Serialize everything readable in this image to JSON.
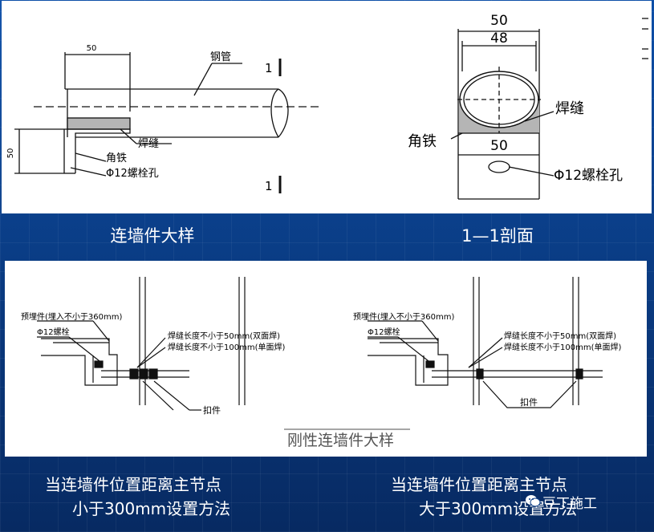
{
  "colors": {
    "background": "#0b3c86",
    "panel": "#ffffff",
    "line": "#111111",
    "caption_text": "#ffffff"
  },
  "top_left_drawing": {
    "dim_top": "50",
    "dim_side": "50",
    "pipe_label": "钢管",
    "weld_label": "焊缝",
    "angle_label": "角铁",
    "bolt_hole_label": "Φ12螺栓孔",
    "section_mark_top": "1",
    "section_mark_bottom": "1"
  },
  "top_right_drawing": {
    "dim_outer": "50",
    "dim_inner": "48",
    "weld_label": "焊缝",
    "angle_label": "角铁",
    "dim_lower": "50",
    "bolt_hole_label": "Φ12螺栓孔"
  },
  "captions": {
    "top_left": "连墙件大样",
    "top_right": "1—1剖面"
  },
  "middle_drawing": {
    "left_embed_label": "预埋件(埋入不小于360mm)",
    "left_bolt_label": "Φ12螺栓",
    "left_weld_label_1": "焊缝长度不小于50mm(双面焊)",
    "left_weld_label_2": "焊缝长度不小于100mm(单面焊)",
    "left_coupler_label": "扣件",
    "right_embed_label": "预埋件(埋入不小于360mm)",
    "right_bolt_label": "Φ12螺栓",
    "right_weld_label_1": "焊缝长度不小于50mm(双面焊)",
    "right_weld_label_2": "焊缝长度不小于100mm(单面焊)",
    "right_coupler_label": "扣件",
    "title": "刚性连墙件大样"
  },
  "bottom_captions": {
    "left_line1": "当连墙件位置距离主节点",
    "left_line2": "小于300mm设置方法",
    "right_line1": "当连墙件位置距离主节点",
    "right_line2": "大于300mm设置方法"
  },
  "watermark": {
    "text": "豆丁施工",
    "icon": "wechat-icon"
  }
}
